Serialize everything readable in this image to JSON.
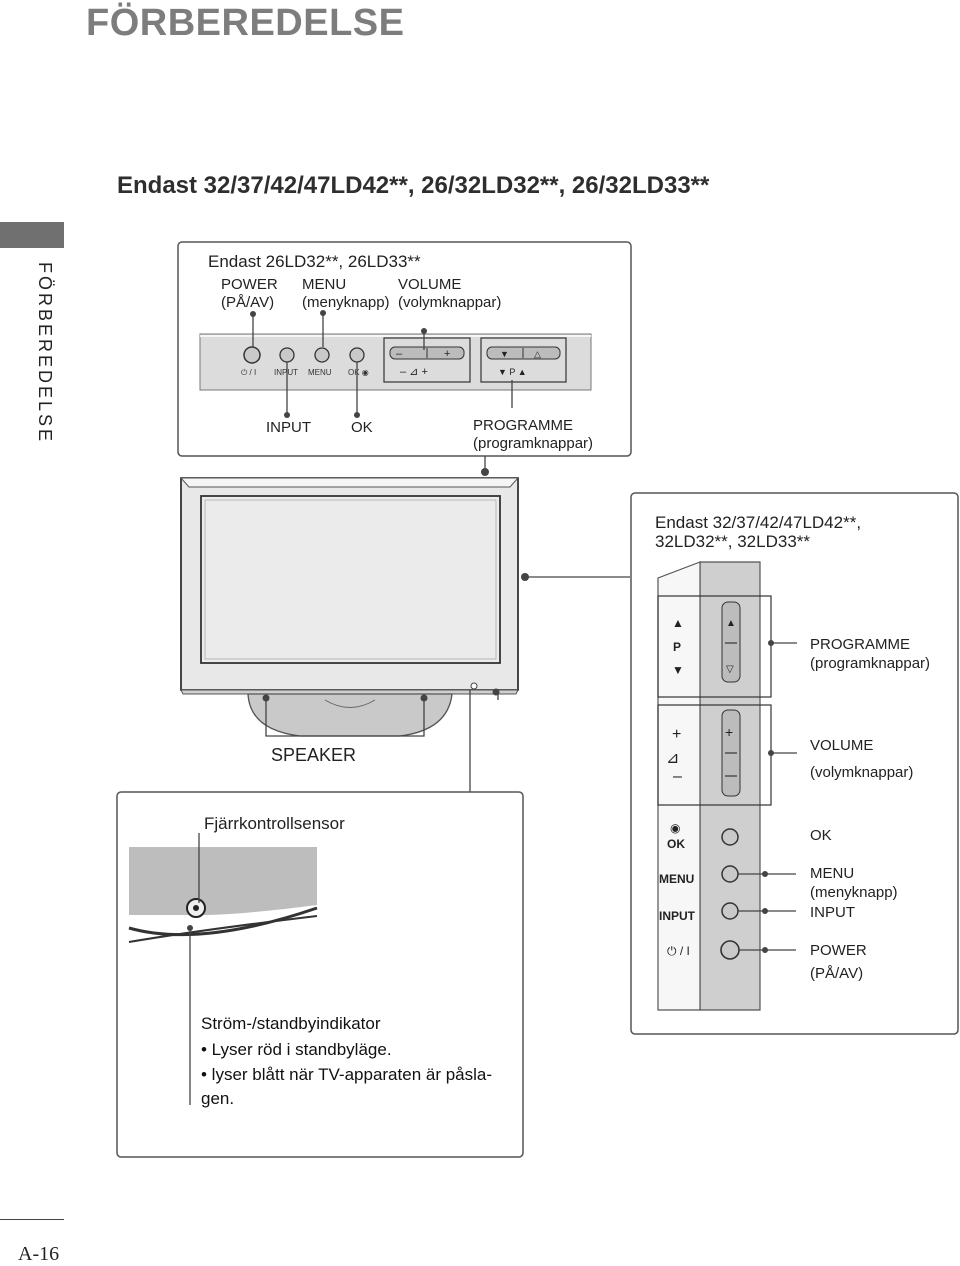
{
  "header": {
    "title": "FÖRBEREDELSE",
    "subtitle": "Endast 32/37/42/47LD42**, 26/32LD32**, 26/32LD33**"
  },
  "sidebar": {
    "section_label": "FÖRBEREDELSE"
  },
  "top_panel": {
    "heading": "Endast 26LD32**, 26LD33**",
    "labels": {
      "power": "POWER",
      "power_sub": "(PÅ/AV)",
      "menu": "MENU",
      "menu_sub": "(menyknapp)",
      "volume": "VOLUME",
      "volume_sub": "(volymknappar)",
      "input": "INPUT",
      "ok": "OK",
      "programme": "PROGRAMME",
      "programme_sub": "(programknappar)"
    },
    "strip_labels": {
      "power": "⏻ / I",
      "input": "INPUT",
      "menu": "MENU",
      "ok": "OK ◉",
      "volume": "–  ⊿  +",
      "programme": "▼  P  ▲"
    }
  },
  "tv": {
    "speaker_label": "SPEAKER"
  },
  "sensor_panel": {
    "heading": "Fjärrkontrollsensor",
    "indicator_title": "Ström-/standbyindikator",
    "bullets": [
      "• Lyser röd i standbyläge.",
      "• lyser blått när TV-apparaten är påsla-",
      "gen."
    ]
  },
  "side_panel": {
    "heading_line1": "Endast 32/37/42/47LD42**,",
    "heading_line2": "32LD32**, 32LD33**",
    "labels": {
      "programme": "PROGRAMME",
      "programme_sub": "(programknappar)",
      "volume": "VOLUME",
      "volume_sub": "(volymknappar)",
      "ok": "OK",
      "menu": "MENU",
      "menu_sub": "(menyknapp)",
      "input": "INPUT",
      "power": "POWER",
      "power_sub": "(PÅ/AV)"
    },
    "strip_labels": {
      "p": "P",
      "ok": "OK",
      "menu": "MENU",
      "input": "INPUT",
      "power": "⏻ / I"
    }
  },
  "footer": {
    "page_number": "A-16"
  }
}
